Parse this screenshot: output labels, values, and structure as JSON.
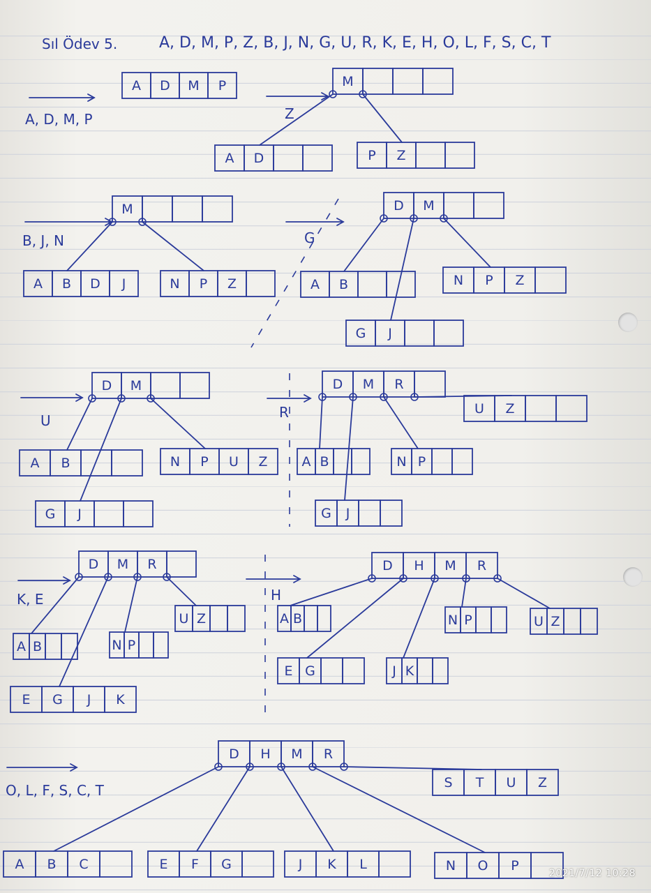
{
  "header": {
    "label": "Sıl Ödev 5.",
    "sequence": "A, D, M, P, Z, B, J, N, G, U, R, K, E, H, O, L, F, S, C, T"
  },
  "steps": [
    {
      "id": "s1",
      "insert_label": "A, D, M, P",
      "node": [
        "A",
        "D",
        "M",
        "P"
      ]
    },
    {
      "id": "s2",
      "insert_label": "Z",
      "root": [
        "M",
        "",
        "",
        ""
      ],
      "children": [
        [
          "A",
          "D",
          "",
          ""
        ],
        [
          "P",
          "Z",
          "",
          ""
        ]
      ]
    },
    {
      "id": "s3",
      "insert_label": "B, J, N",
      "root": [
        "M",
        "",
        "",
        ""
      ],
      "children": [
        [
          "A",
          "B",
          "D",
          "J"
        ],
        [
          "N",
          "P",
          "Z",
          ""
        ]
      ]
    },
    {
      "id": "s4",
      "insert_label": "G",
      "root": [
        "D",
        "M",
        "",
        ""
      ],
      "children": [
        [
          "A",
          "B",
          "",
          ""
        ],
        [
          "G",
          "J",
          "",
          ""
        ],
        [
          "N",
          "P",
          "Z",
          ""
        ]
      ]
    },
    {
      "id": "s5",
      "insert_label": "U",
      "root": [
        "D",
        "M",
        "",
        ""
      ],
      "children": [
        [
          "A",
          "B",
          "",
          ""
        ],
        [
          "G",
          "J",
          "",
          ""
        ],
        [
          "N",
          "P",
          "U",
          "Z"
        ]
      ]
    },
    {
      "id": "s6",
      "insert_label": "R",
      "root": [
        "D",
        "M",
        "R",
        ""
      ],
      "children": [
        [
          "A",
          "B",
          "",
          ""
        ],
        [
          "G",
          "J",
          "",
          ""
        ],
        [
          "N",
          "P",
          "",
          ""
        ],
        [
          "U",
          "Z",
          "",
          ""
        ]
      ]
    },
    {
      "id": "s7",
      "insert_label": "K, E",
      "root": [
        "D",
        "M",
        "R",
        ""
      ],
      "children": [
        [
          "A",
          "B",
          "",
          ""
        ],
        [
          "E",
          "G",
          "J",
          "K"
        ],
        [
          "N",
          "P",
          "",
          ""
        ],
        [
          "U",
          "Z",
          "",
          ""
        ]
      ]
    },
    {
      "id": "s8",
      "insert_label": "H",
      "root": [
        "D",
        "H",
        "M",
        "R"
      ],
      "children": [
        [
          "A",
          "B",
          "",
          ""
        ],
        [
          "E",
          "G",
          "",
          ""
        ],
        [
          "J",
          "K",
          "",
          ""
        ],
        [
          "N",
          "P",
          "",
          ""
        ],
        [
          "U",
          "Z",
          "",
          ""
        ]
      ]
    },
    {
      "id": "s9",
      "insert_label": "O, L, F, S, C, T",
      "root": [
        "D",
        "H",
        "M",
        "R"
      ],
      "children": [
        [
          "A",
          "B",
          "C",
          ""
        ],
        [
          "E",
          "F",
          "G",
          ""
        ],
        [
          "J",
          "K",
          "L",
          ""
        ],
        [
          "N",
          "O",
          "P",
          ""
        ],
        [
          "S",
          "T",
          "U",
          "Z"
        ]
      ]
    }
  ],
  "photo_timestamp": "2021/7/12 10:28",
  "colors": {
    "ink": "#2a3a9a",
    "paper": "#f1f0ec",
    "rule": "#cfd3dc"
  }
}
